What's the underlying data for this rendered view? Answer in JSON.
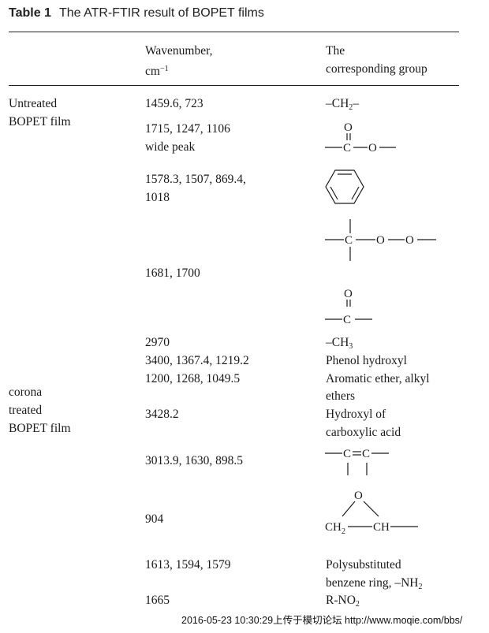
{
  "caption": {
    "label": "Table 1",
    "title": "The ATR-FTIR result of BOPET films"
  },
  "headers": {
    "col2_line1": "Wavenumber,",
    "col2_unit_base": "cm",
    "col2_unit_exp": "−1",
    "col3_line1": "The",
    "col3_line2": "corresponding group"
  },
  "groups": {
    "untreated": [
      "Untreated",
      "BOPET film"
    ],
    "corona": [
      "corona",
      "treated",
      "BOPET film"
    ]
  },
  "rows": [
    {
      "wn": [
        "1459.6, 723"
      ]
    },
    {
      "wn": [
        "1715, 1247, 1106",
        "wide peak"
      ]
    },
    {
      "wn": [
        "1578.3, 1507, 869.4,",
        "1018"
      ]
    },
    {
      "wn": [
        "1681, 1700"
      ]
    },
    {
      "wn": [
        "2970"
      ]
    },
    {
      "wn": [
        "3400, 1367.4, 1219.2"
      ],
      "grp": [
        "Phenol hydroxyl"
      ]
    },
    {
      "wn": [
        "1200, 1268, 1049.5"
      ],
      "grp": [
        "Aromatic ether, alkyl",
        "ethers"
      ]
    },
    {
      "wn": [
        "3428.2"
      ],
      "grp": [
        "Hydroxyl of",
        "carboxylic acid"
      ]
    },
    {
      "wn": [
        "3013.9, 1630, 898.5"
      ]
    },
    {
      "wn": [
        "904"
      ]
    },
    {
      "wn": [
        "1613, 1594, 1579"
      ],
      "grp": [
        "Polysubstituted",
        "benzene ring, –NH"
      ]
    },
    {
      "wn": [
        "1665"
      ],
      "grp": [
        "R-NO"
      ]
    }
  ],
  "formulas": {
    "ch2_main": "–CH",
    "ch2_sub": "2",
    "ch2_tail": "–",
    "ch3_main": "–CH",
    "ch3_sub": "3",
    "nh2_sub": "2",
    "no2_sub": "2",
    "O": "O",
    "C": "C",
    "CH": "CH",
    "CH2_main": "CH",
    "CH2_sub": "2"
  },
  "footer": "2016-05-23 10:30:29上传于模切论坛 http://www.moqie.com/bbs/"
}
